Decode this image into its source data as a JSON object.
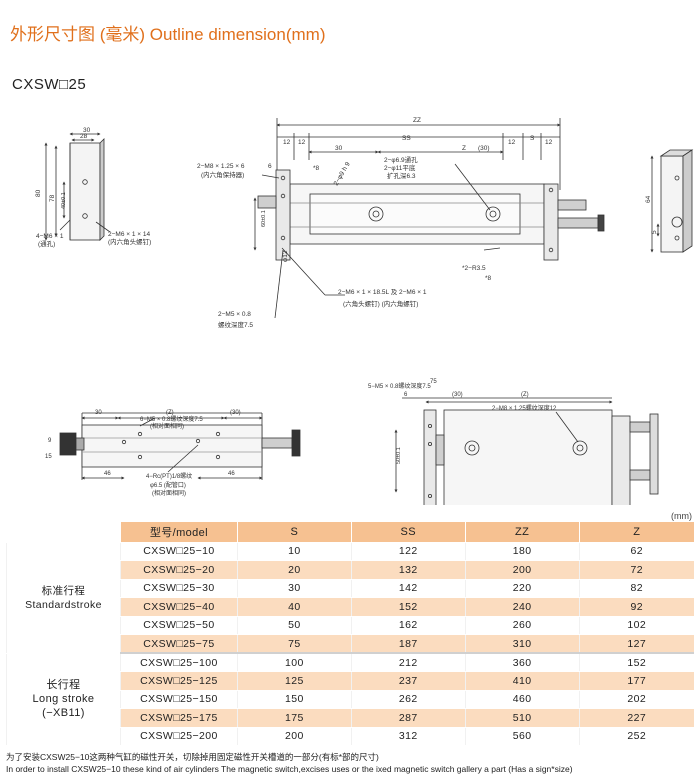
{
  "header": {
    "title": "外形尺寸图 (毫米) Outline dimension(mm)",
    "model_heading": "CXSW□25"
  },
  "drawing": {
    "labels": {
      "side_30": "30",
      "side_28": "28",
      "side_80": "80",
      "side_78": "78",
      "side_40": "40±0.1",
      "side_4m6": "4−M6 × 1",
      "side_tonghole": "(通孔)",
      "side_2m6": "2−M6 × 1 × 14",
      "side_hexscrew": "(内六角头螺钉)",
      "zz": "ZZ",
      "ss": "SS",
      "s": "S",
      "z_paren": "(30)",
      "z_mid": "Z",
      "num12a": "12",
      "num12b": "12",
      "num12c": "12",
      "num12d": "12",
      "num30": "30",
      "num6": "6",
      "num8a": "*8",
      "num8b": "*8",
      "m8_thread": "2−M8 × 1.25 × 6",
      "m8_hold": "(内六角保持器)",
      "phi6_9": "2−φ6.9通孔",
      "phi11": "2−φ11平底",
      "counterbore": "扩孔深6.3",
      "phi9": "2−φ9 h 9",
      "r35": "*2−R3.5",
      "dim60": "60±0.1",
      "phi12": "φ12",
      "m5_08": "2−M5 × 0.8",
      "thread_depth": "螺纹深度7.5",
      "m6_bottom": "2−M6 × 1 × 18.5L 及 2−M6 × 1",
      "hex_head": "(六角头螺钉)   (内六角螺钉)",
      "right_64": "64",
      "right_5": "5",
      "b_30": "30",
      "b_z": "(Z)",
      "b_30p": "(30)",
      "b_6m5": "6−M5 × 0.8螺纹深度7.5",
      "b_opposite": "(相对面相同)",
      "b_9": "9",
      "b_15": "15",
      "b_46a": "46",
      "b_46b": "46",
      "b_rc": "4−Rc(PT)1/8螺纹",
      "b_phi65": "φ6.5 (配管口)",
      "b_opposite2": "(相对面相同)",
      "c_m5": "5−M5 × 0.8螺纹深度7.5",
      "c_6": "6",
      "c_30p": "(30)",
      "c_z": "(Z)",
      "c_m8": "2−M8 × 1.25螺纹深度12",
      "c_75": "75",
      "c_50": "50±0.1"
    }
  },
  "table": {
    "unit": "(mm)",
    "headers": [
      "型号/model",
      "S",
      "SS",
      "ZZ",
      "Z"
    ],
    "standard_group": {
      "zh": "标准行程",
      "en": "Standardstroke",
      "rows": [
        [
          "CXSW□25−10",
          "10",
          "122",
          "180",
          "62"
        ],
        [
          "CXSW□25−20",
          "20",
          "132",
          "200",
          "72"
        ],
        [
          "CXSW□25−30",
          "30",
          "142",
          "220",
          "82"
        ],
        [
          "CXSW□25−40",
          "40",
          "152",
          "240",
          "92"
        ],
        [
          "CXSW□25−50",
          "50",
          "162",
          "260",
          "102"
        ],
        [
          "CXSW□25−75",
          "75",
          "187",
          "310",
          "127"
        ]
      ]
    },
    "long_group": {
      "zh": "长行程",
      "en": "Long stroke",
      "code": "(−XB11)",
      "rows": [
        [
          "CXSW□25−100",
          "100",
          "212",
          "360",
          "152"
        ],
        [
          "CXSW□25−125",
          "125",
          "237",
          "410",
          "177"
        ],
        [
          "CXSW□25−150",
          "150",
          "262",
          "460",
          "202"
        ],
        [
          "CXSW□25−175",
          "175",
          "287",
          "510",
          "227"
        ],
        [
          "CXSW□25−200",
          "200",
          "312",
          "560",
          "252"
        ]
      ]
    }
  },
  "notes": {
    "zh": "为了安装CXSW25−10这两种气缸的磁性开关，切除掉用固定磁性开关槽道的一部分(有标*部的尺寸)",
    "en": "In order to install CXSW25−10 these kind of air cylinders The magnetic switch,excises uses or the ixed magnetic switch gallery a part (Has a sign*size)"
  },
  "colors": {
    "title": "#e0701c",
    "header_fill": "#f6c191",
    "even_row_fill": "#fbdcbf",
    "long_group_fill": "#f7c89c"
  }
}
